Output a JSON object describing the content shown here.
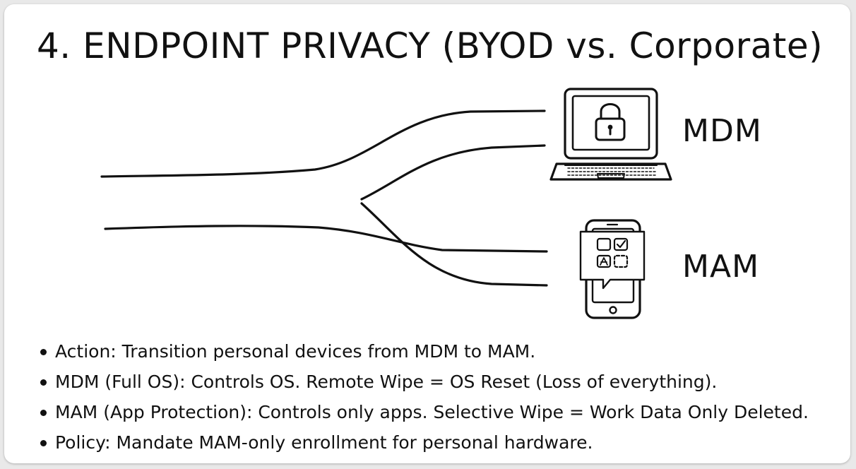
{
  "slide": {
    "title": "4. ENDPOINT PRIVACY (BYOD vs. Corporate)"
  },
  "diagram": {
    "branches": [
      {
        "label": "MDM",
        "icon": "laptop-lock-icon"
      },
      {
        "label": "MAM",
        "icon": "phone-apps-icon"
      }
    ],
    "stroke_color": "#111111",
    "background_color": "#ffffff"
  },
  "bullets": [
    "Action: Transition personal devices from MDM to MAM.",
    "MDM (Full OS): Controls OS. Remote Wipe = OS Reset (Loss of everything).",
    "MAM (App Protection): Controls only apps. Selective Wipe = Work Data Only Deleted.",
    "Policy: Mandate MAM-only enrollment for personal hardware."
  ]
}
